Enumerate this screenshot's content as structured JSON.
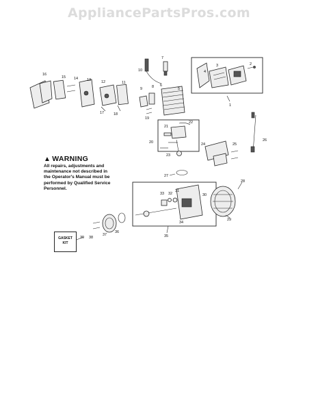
{
  "watermark": "AppliancePartsPros.com",
  "warning": {
    "title": "WARNING",
    "lines": [
      "All repairs, adjustments and",
      "maintenance not described in",
      "the Operator's Manual must be",
      "performed by Qualified Service",
      "Personnel."
    ]
  },
  "gasket_kit": {
    "label": "GASKET\nKIT",
    "number": "39"
  },
  "callouts": [
    {
      "id": "c1",
      "text": "1"
    },
    {
      "id": "c2",
      "text": "2"
    },
    {
      "id": "c3",
      "text": "3"
    },
    {
      "id": "c4",
      "text": "4"
    },
    {
      "id": "c5",
      "text": "5"
    },
    {
      "id": "c6",
      "text": "6"
    },
    {
      "id": "c7",
      "text": "7"
    },
    {
      "id": "c8",
      "text": "8"
    },
    {
      "id": "c9",
      "text": "9"
    },
    {
      "id": "c10",
      "text": "10"
    },
    {
      "id": "c11",
      "text": "11"
    },
    {
      "id": "c12",
      "text": "12"
    },
    {
      "id": "c13",
      "text": "13"
    },
    {
      "id": "c14",
      "text": "14"
    },
    {
      "id": "c15",
      "text": "15"
    },
    {
      "id": "c16",
      "text": "16"
    },
    {
      "id": "c17",
      "text": "17"
    },
    {
      "id": "c18",
      "text": "18"
    },
    {
      "id": "c19",
      "text": "19"
    },
    {
      "id": "c20",
      "text": "20"
    },
    {
      "id": "c21",
      "text": "21"
    },
    {
      "id": "c22",
      "text": "22"
    },
    {
      "id": "c23",
      "text": "23"
    },
    {
      "id": "c24",
      "text": "24"
    },
    {
      "id": "c25",
      "text": "25"
    },
    {
      "id": "c26",
      "text": "26"
    },
    {
      "id": "c27",
      "text": "27"
    },
    {
      "id": "c28",
      "text": "28"
    },
    {
      "id": "c29",
      "text": "29"
    },
    {
      "id": "c30",
      "text": "30"
    },
    {
      "id": "c31",
      "text": "31"
    },
    {
      "id": "c32",
      "text": "32"
    },
    {
      "id": "c33",
      "text": "33"
    },
    {
      "id": "c34",
      "text": "34"
    },
    {
      "id": "c35",
      "text": "35"
    },
    {
      "id": "c36",
      "text": "36"
    },
    {
      "id": "c37",
      "text": "37"
    },
    {
      "id": "c38",
      "text": "38"
    }
  ]
}
